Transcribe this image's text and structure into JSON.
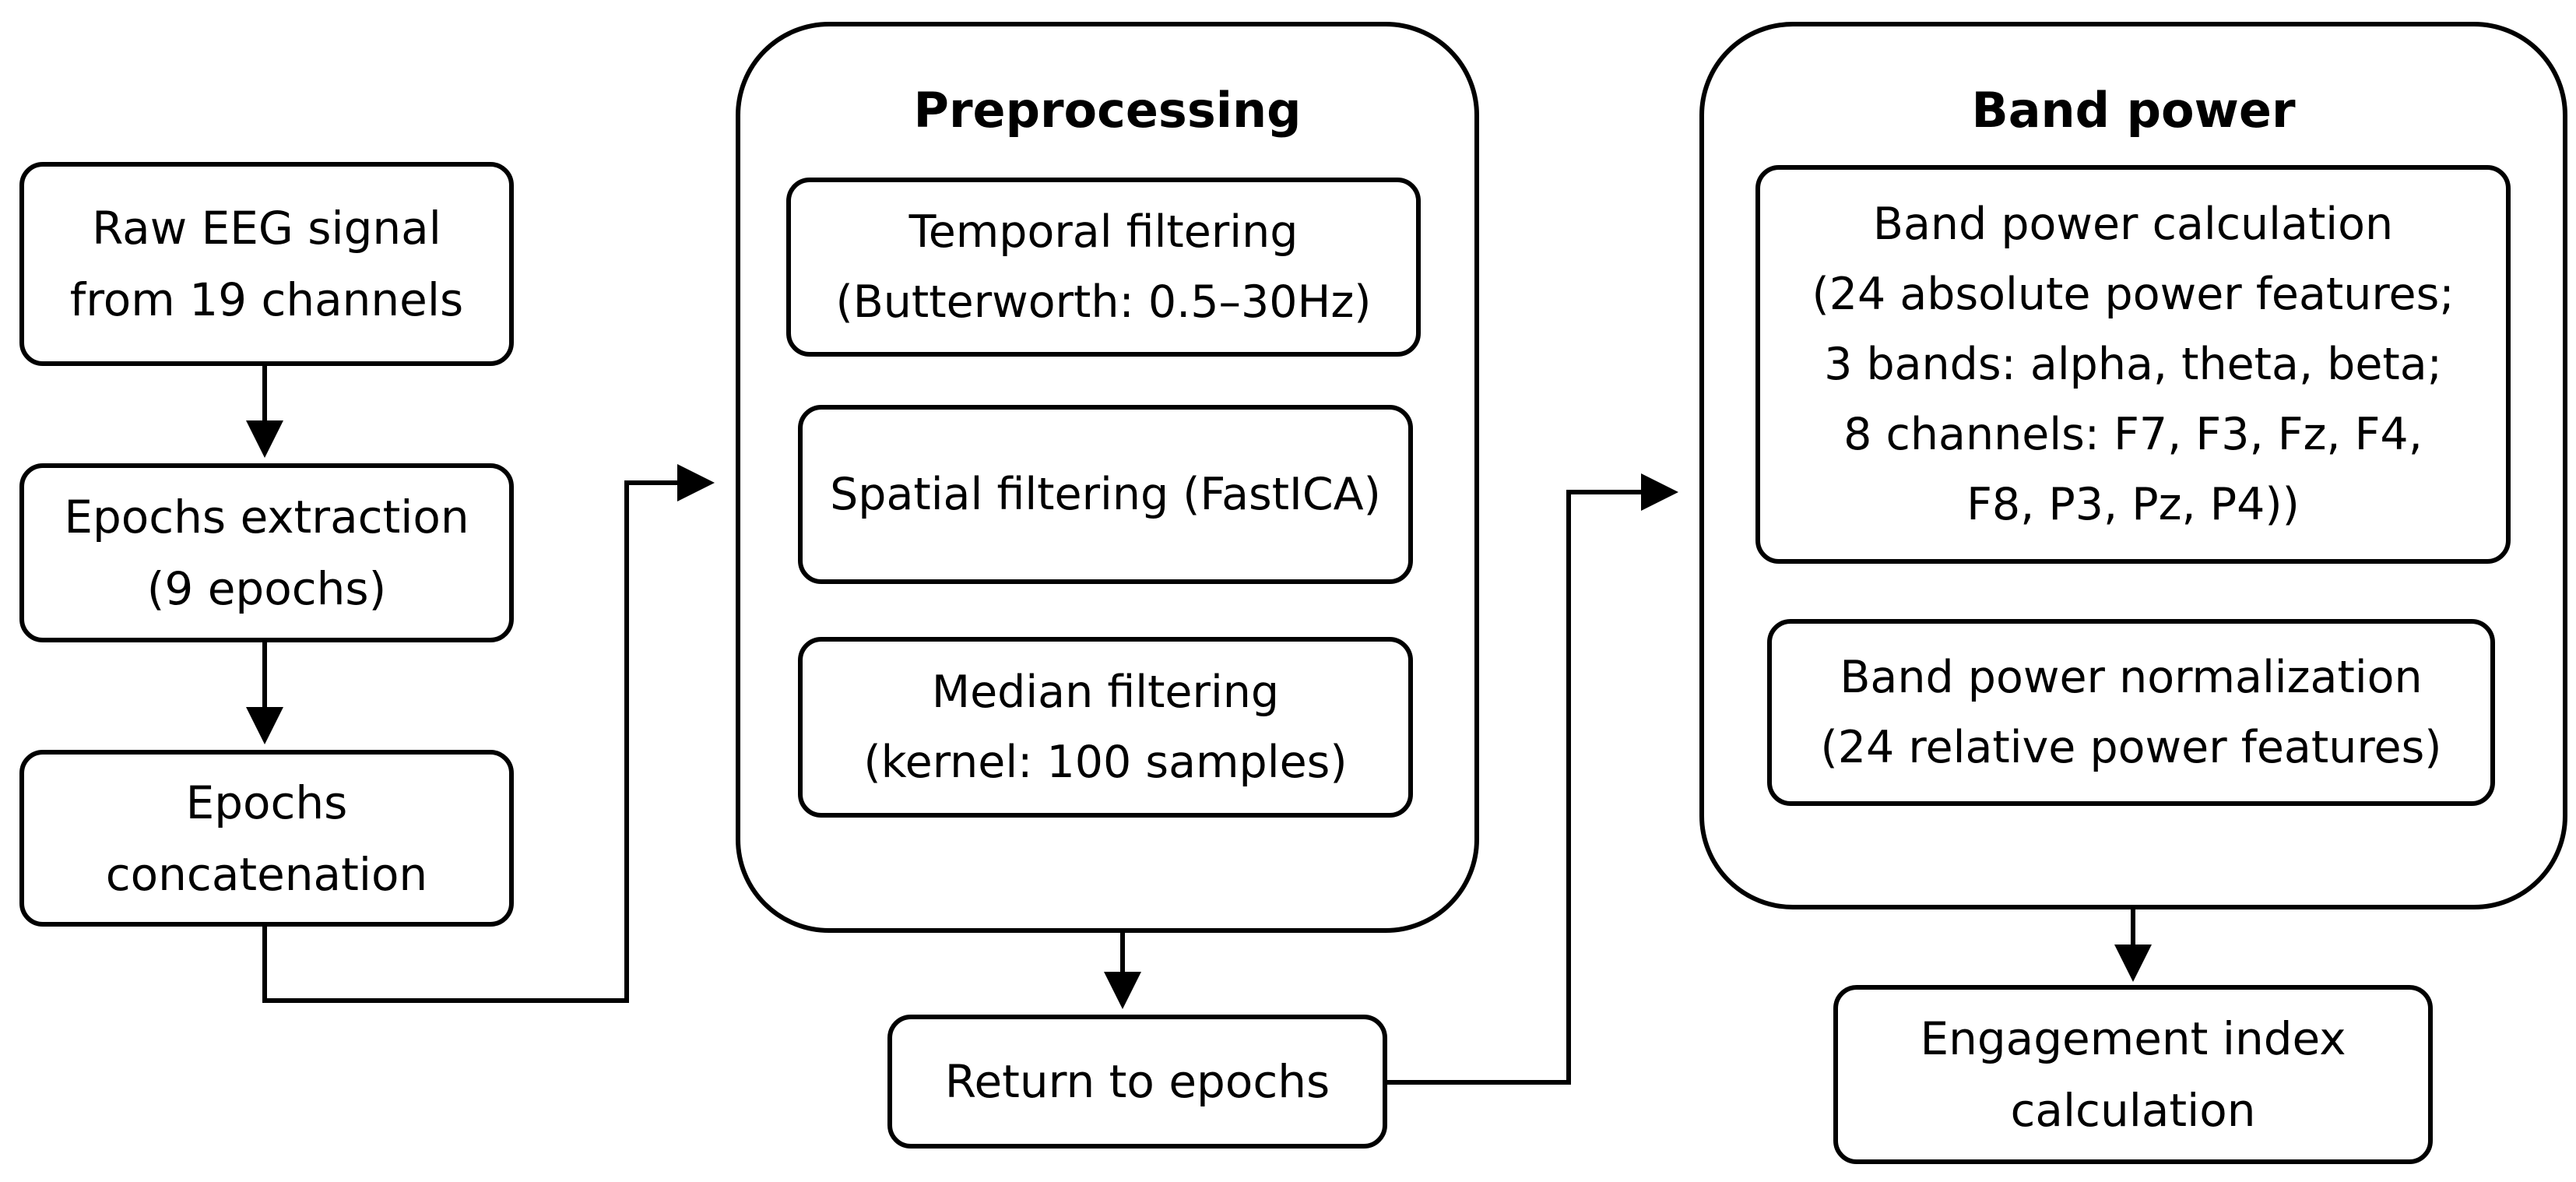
{
  "nodes": {
    "raw_eeg": "Raw EEG signal\nfrom 19 channels",
    "epochs_extraction": "Epochs extraction\n(9 epochs)",
    "epochs_concatenation": "Epochs\nconcatenation",
    "return_to_epochs": "Return to epochs",
    "engagement_index": "Engagement index\ncalculation"
  },
  "preprocessing": {
    "title": "Preprocessing",
    "temporal_filtering": "Temporal filtering\n(Butterworth: 0.5–30Hz)",
    "spatial_filtering": "Spatial filtering (FastICA)",
    "median_filtering": "Median filtering\n(kernel: 100 samples)"
  },
  "band_power": {
    "title": "Band power",
    "calculation": "Band power calculation\n(24 absolute power features;\n3 bands: alpha, theta, beta;\n8 channels: F7, F3, Fz, F4,\nF8, P3, Pz, P4))",
    "normalization": "Band power normalization\n(24 relative power features)"
  },
  "colors": {
    "stroke": "#000000",
    "fill": "#ffffff"
  }
}
